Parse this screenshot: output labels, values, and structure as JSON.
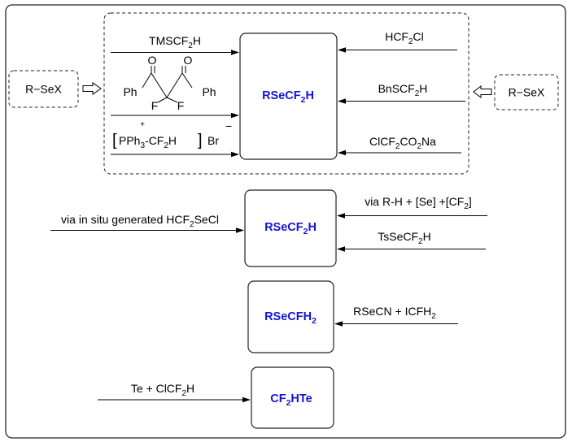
{
  "rse_x": "R−SeX",
  "block1": {
    "product": {
      "main": "RSeCF",
      "sub": "2",
      "tail": "H"
    },
    "left_reagents": [
      {
        "parts": [
          {
            "t": "TMSCF"
          },
          {
            "t": "2",
            "sub": true
          },
          {
            "t": "H"
          }
        ]
      },
      {
        "phenyl_left": "Ph",
        "phenyl_right": "Ph",
        "oxygen": "O",
        "fluorine": "F"
      },
      {
        "bracket_left": "[",
        "pre": "PPh",
        "sub1": "3",
        "mid": "-CF",
        "sub2": "2",
        "post": "H",
        "bracket_right": "]",
        "counter": "Br",
        "plus": "+",
        "minus": "−"
      }
    ],
    "right_reagents": [
      {
        "parts": [
          {
            "t": "HCF"
          },
          {
            "t": "2",
            "sub": true
          },
          {
            "t": "Cl"
          }
        ]
      },
      {
        "parts": [
          {
            "t": "BnSCF"
          },
          {
            "t": "2",
            "sub": true
          },
          {
            "t": "H"
          }
        ]
      },
      {
        "parts": [
          {
            "t": "ClCF"
          },
          {
            "t": "2",
            "sub": true
          },
          {
            "t": "CO"
          },
          {
            "t": "2",
            "sub": true
          },
          {
            "t": "Na"
          }
        ]
      }
    ]
  },
  "block2": {
    "product": {
      "main": "RSeCF",
      "sub": "2",
      "tail": "H"
    },
    "left": {
      "parts": [
        {
          "t": "via in situ generated HCF"
        },
        {
          "t": "2",
          "sub": true
        },
        {
          "t": "SeCl"
        }
      ]
    },
    "right_top": {
      "parts": [
        {
          "t": "via R-H + [Se] +[CF"
        },
        {
          "t": "2",
          "sub": true
        },
        {
          "t": "]"
        }
      ]
    },
    "right_bottom": {
      "parts": [
        {
          "t": "TsSeCF"
        },
        {
          "t": "2",
          "sub": true
        },
        {
          "t": "H"
        }
      ]
    }
  },
  "block3": {
    "product": {
      "main": "RSeCFH",
      "sub": "2",
      "tail": ""
    },
    "right": {
      "parts": [
        {
          "t": "RSeCN + ICFH"
        },
        {
          "t": "2",
          "sub": true
        }
      ]
    }
  },
  "block4": {
    "product": {
      "main": "CF",
      "sub": "2",
      "tail": "HTe"
    },
    "left": {
      "parts": [
        {
          "t": "Te + ClCF"
        },
        {
          "t": "2",
          "sub": true
        },
        {
          "t": "H"
        }
      ]
    }
  }
}
